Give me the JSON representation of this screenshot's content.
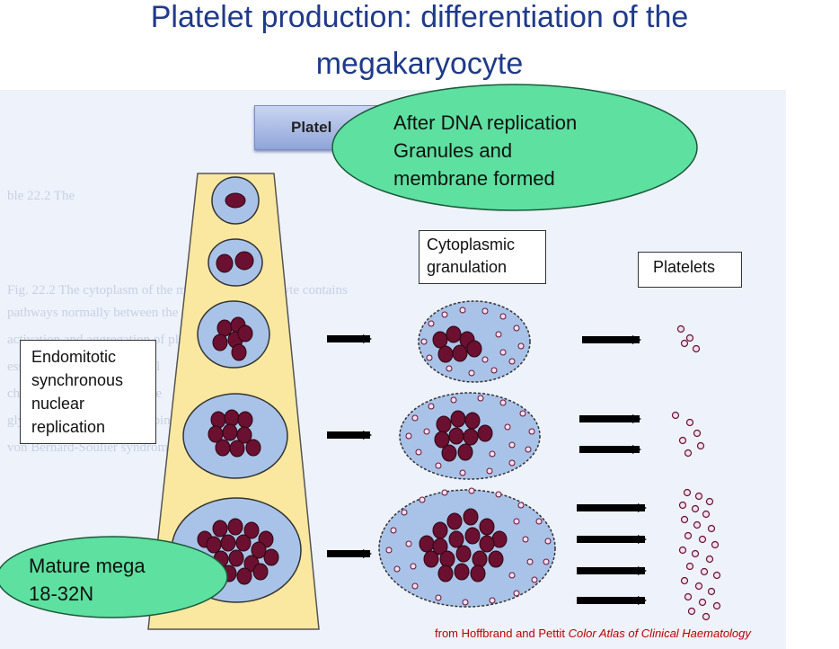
{
  "title": {
    "line1": "Platelet production: differentiation of the",
    "line2": "megakaryocyte"
  },
  "tab_label": "Platel",
  "callouts": {
    "dna_replication": [
      "After DNA replication",
      "Granules and",
      "membrane formed"
    ],
    "mature_mega": [
      "Mature mega",
      "18-32N"
    ]
  },
  "labels": {
    "cytoplasmic": [
      "Cytoplasmic",
      "granulation"
    ],
    "platelets": "Platelets",
    "endomitotic": [
      "Endomitotic",
      "synchronous",
      "nuclear",
      "replication"
    ]
  },
  "credit": {
    "prefix": "from Hoffbrand and Pettit ",
    "italic": "Color Atlas of Clinical Haematology"
  },
  "colors": {
    "title": "#1f3a8a",
    "callout_fill": "#5ee0a0",
    "column_fill": "#fbe8a0",
    "cell_fill": "#a9c3e8",
    "nucleus_fill": "#6b1030",
    "credit": "#c00000"
  }
}
